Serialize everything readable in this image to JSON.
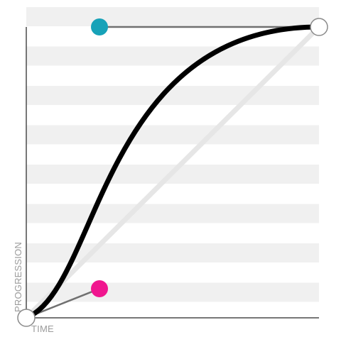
{
  "labels": {
    "y_axis": "PROGRESSION",
    "x_axis": "TIME"
  },
  "bezier": {
    "p1": [
      0.25,
      0.1
    ],
    "p2": [
      0.25,
      1.0
    ]
  },
  "colors": {
    "curve": "#000000",
    "linear_guide": "#e6e6e6",
    "stripe": "#f0f0f0",
    "axis": "#4a4a4a",
    "handle_line": "#707070",
    "handle_p1": "#f0168f",
    "handle_p2": "#17a2b8",
    "endpoint_fill": "#ffffff",
    "endpoint_stroke": "#8a8a8a"
  }
}
